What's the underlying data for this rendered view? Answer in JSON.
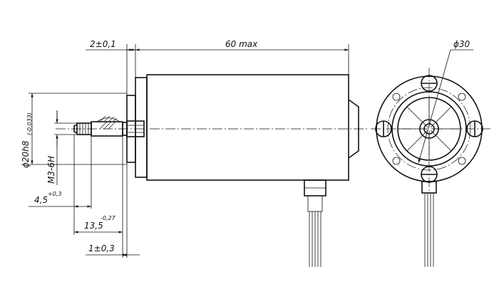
{
  "dimensions": {
    "flange_thickness": "2±0,1",
    "body_length": "60 max",
    "body_diameter": "ϕ30",
    "shaft_diameter_main": "ϕ20h8",
    "shaft_diameter_tol": "(-0,033)",
    "thread": "M3-6H",
    "thread_depth": "4,5",
    "thread_depth_tol": "+0,3",
    "shaft_length": "13,5",
    "shaft_length_tol": "-0,27",
    "shoulder": "1±0,3"
  }
}
